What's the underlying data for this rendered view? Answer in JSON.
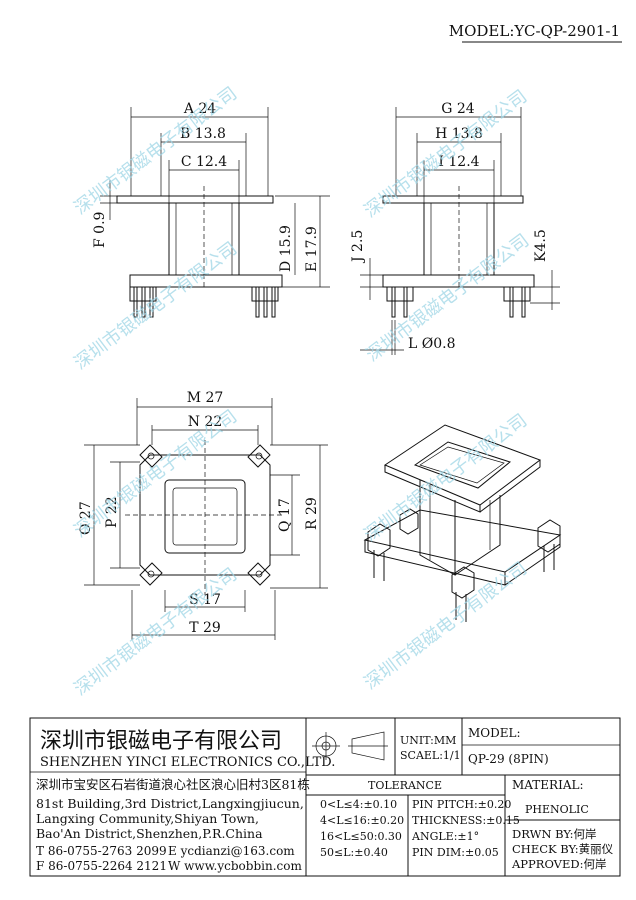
{
  "model_header": "MODEL:YC-QP-2901-1",
  "watermark": "深圳市银磁电子有限公司",
  "dimensions": {
    "A": "A 24",
    "B": "B 13.8",
    "C": "C 12.4",
    "D": "D 15.9",
    "E": "E 17.9",
    "F": "F 0.9",
    "G": "G 24",
    "H": "H 13.8",
    "I": "I 12.4",
    "J": "J 2.5",
    "K": "K4.5",
    "L": "L Ø0.8",
    "M": "M 27",
    "N": "N 22",
    "O": "O 27",
    "P": "P 22",
    "Q": "Q 17",
    "R": "R 29",
    "S": "S 17",
    "T": "T 29"
  },
  "title_block": {
    "company_cn": "深圳市银磁电子有限公司",
    "company_en": "SHENZHEN YINCI ELECTRONICS CO.,LTD.",
    "address_cn": "深圳市宝安区石岩街道浪心社区浪心旧村3区81栋",
    "address_en": [
      "81st Building,3rd District,Langxingjiucun,",
      "Langxing Community,Shiyan Town,",
      "Bao'An District,Shenzhen,P.R.China"
    ],
    "tel": "T 86-0755-2763 2099",
    "fax": "F 86-0755-2264 2121",
    "email": "E ycdianzi@163.com",
    "web": "W www.ycbobbin.com",
    "unit": "UNIT:MM",
    "scale": "SCAEL:1/1",
    "model_label": "MODEL:",
    "model_value": "QP-29 (8PIN)",
    "tolerance_title": "TOLERANCE",
    "tolerance_rows": [
      "0<L≤4:±0.10",
      "4<L≤16:±0.20",
      "16<L≤50:0.30",
      "50≤L:±0.40"
    ],
    "tolerance_right": [
      "PIN PITCH:±0.20",
      "THICKNESS:±0.15",
      "ANGLE:±1°",
      "PIN DIM:±0.05"
    ],
    "material_label": "MATERIAL:",
    "material_value": "PHENOLIC",
    "drawn_by": "DRWN BY:何岸",
    "check_by": "CHECK BY:黄丽仪",
    "approved": "APPROVED:何岸"
  }
}
